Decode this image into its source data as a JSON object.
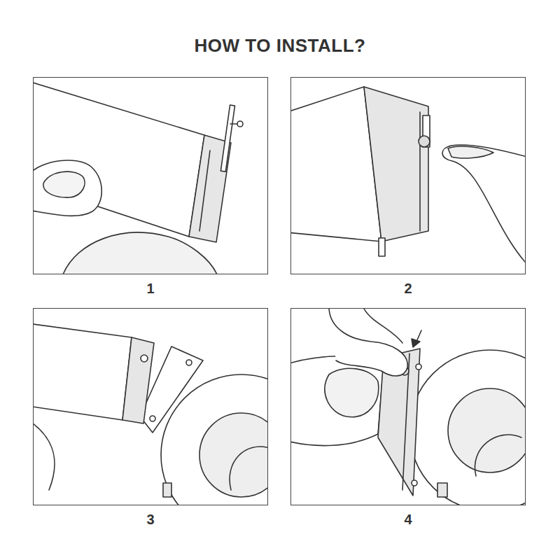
{
  "diagram": {
    "title": "HOW TO INSTALL?",
    "nodes": [
      {
        "text": [
          "1"
        ]
      },
      {
        "text": [
          "2"
        ]
      },
      {
        "text": [
          "3"
        ]
      },
      {
        "text": [
          "4"
        ]
      }
    ]
  }
}
